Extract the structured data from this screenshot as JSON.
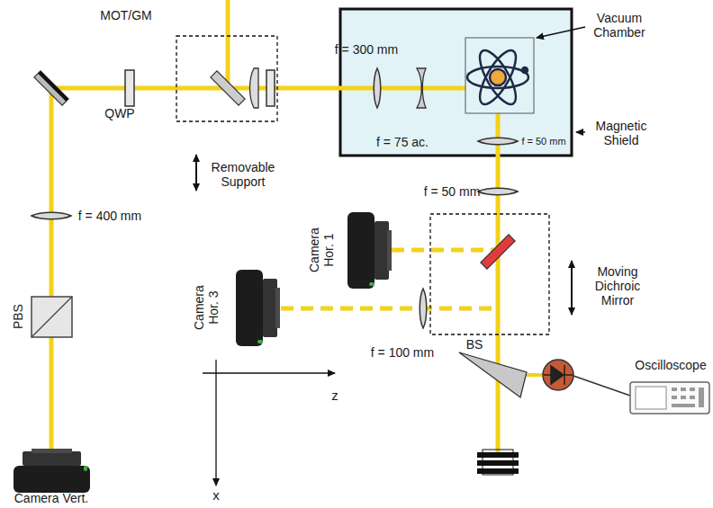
{
  "diagram": {
    "labels": [
      "MOT/GM",
      "f = 300 mm",
      "f = 75 ac.",
      "Vacuum Chamber",
      "Magnetic Shield",
      "f = 50 mm",
      "f = 50 mm",
      "QWP",
      "Removable Support",
      "f = 400 mm",
      "PBS",
      "Camera Vert.",
      "Camera Hor. 1",
      "Camera Hor. 3",
      "f = 100 mm",
      "Moving Dichroic Mirror",
      "BS",
      "Oscilloscope",
      "z",
      "x"
    ]
  }
}
